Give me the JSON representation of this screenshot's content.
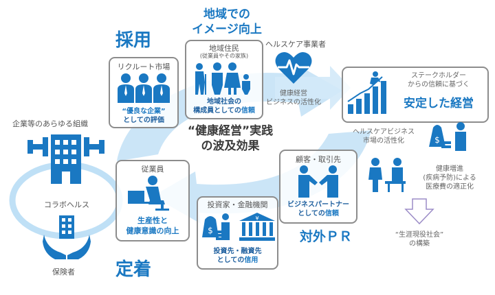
{
  "headings": {
    "recruit": "採用",
    "retention": "定着",
    "local_image_1": "地域での",
    "local_image_2": "イメージ向上",
    "external_pr": "対外ＰＲ"
  },
  "center": {
    "line1": "“健康経営”実践",
    "line2": "の波及効果"
  },
  "left": {
    "org_label": "企業等のあらゆる組織",
    "collabo": "コラボヘルス",
    "insurer": "保険者"
  },
  "boxes": {
    "recruit_market": {
      "title": "リクルート市場",
      "cap_line1_hl": "“優良な企業”",
      "cap_line2": "としての評価"
    },
    "residents": {
      "title": "地域住民",
      "subtitle": "(従業員やその家族)",
      "cap_line1": "地域社会の",
      "cap_line2_a": "構成員としての",
      "cap_line2_hl": "信頼"
    },
    "employees": {
      "title": "従業員",
      "cap_line1": "生産性と",
      "cap_line2": "健康意識の向上"
    },
    "investors": {
      "title": "投資家・金融機関",
      "cap_line1": "投資先・融資先",
      "cap_line2_a": "としての",
      "cap_line2_hl": "信用"
    },
    "clients": {
      "title": "顧客・取引先",
      "cap_line1": "ビジネスパートナー",
      "cap_line2_a": "としての",
      "cap_line2_hl": "信頼"
    },
    "stable": {
      "line1": "ステークホルダー",
      "line2": "からの信頼に基づく",
      "main": "安定した経営"
    }
  },
  "healthcare": {
    "title": "ヘルスケア事業者",
    "cap_line1": "健康経営",
    "cap_line2": "ビジネスの活性化"
  },
  "right": {
    "market_line1": "ヘルスケアビジネス",
    "market_line2": "市場の活性化",
    "promo_line1": "健康増進",
    "promo_line2": "(疾病予防)による",
    "promo_line3": "医療費の適正化",
    "society_line1": "“生涯現役社会”",
    "society_line2": "の構築"
  },
  "colors": {
    "accent": "#1a78c2",
    "swirl": "#b9dcf4",
    "box_border": "#8c8c8c"
  }
}
